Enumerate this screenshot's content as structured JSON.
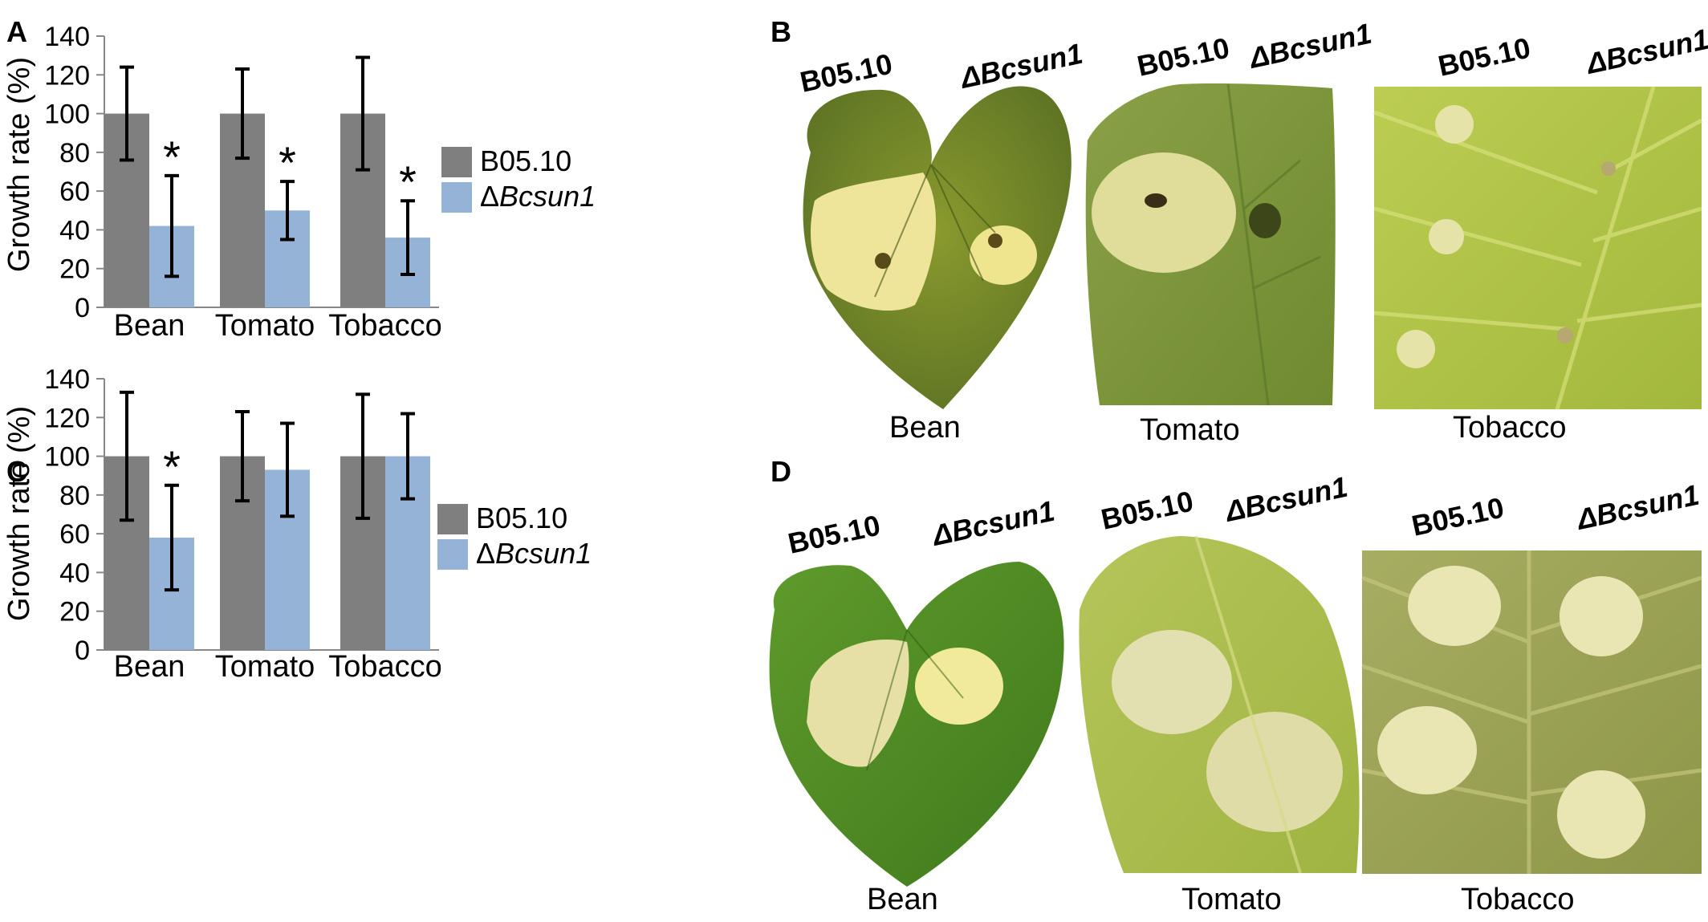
{
  "panels": {
    "A": "A",
    "B": "B",
    "C": "C",
    "D": "D"
  },
  "legend": {
    "wt": "B05.10",
    "mutant_prefix": "Δ",
    "mutant_name": "Bcsun1"
  },
  "colors": {
    "wt": "#7f7f7f",
    "mutant": "#95b3d7"
  },
  "chart_data": [
    {
      "panel": "A",
      "type": "bar",
      "categories": [
        "Bean",
        "Tomato",
        "Tobacco"
      ],
      "series": [
        {
          "name": "B05.10",
          "values": [
            100,
            100,
            100
          ],
          "errors": [
            24,
            23,
            29
          ]
        },
        {
          "name": "ΔBcsun1",
          "values": [
            42,
            50,
            36
          ],
          "errors": [
            26,
            15,
            19
          ]
        }
      ],
      "significance": [
        false,
        false,
        false,
        true,
        true,
        true
      ],
      "ylabel": "Growth rate (%)",
      "ylim": [
        0,
        140
      ],
      "yticks": [
        0,
        20,
        40,
        60,
        80,
        100,
        120,
        140
      ],
      "grid": false,
      "legend_position": "right"
    },
    {
      "panel": "C",
      "type": "bar",
      "categories": [
        "Bean",
        "Tomato",
        "Tobacco"
      ],
      "series": [
        {
          "name": "B05.10",
          "values": [
            100,
            100,
            100
          ],
          "errors": [
            33,
            23,
            32
          ]
        },
        {
          "name": "ΔBcsun1",
          "values": [
            58,
            93,
            100
          ],
          "errors": [
            27,
            24,
            22
          ]
        }
      ],
      "significance": [
        false,
        false,
        false,
        true,
        false,
        false
      ],
      "ylabel": "Growth rate (%)",
      "ylim": [
        0,
        140
      ],
      "yticks": [
        0,
        20,
        40,
        60,
        80,
        100,
        120,
        140
      ],
      "grid": false,
      "legend_position": "right"
    }
  ],
  "star": "*",
  "photos": {
    "B": {
      "leaves": [
        {
          "label_wt": "B05.10",
          "label_mut": "ΔBcsun1",
          "caption": "Bean"
        },
        {
          "label_wt": "B05.10",
          "label_mut": "ΔBcsun1",
          "caption": "Tomato"
        },
        {
          "label_wt": "B05.10",
          "label_mut": "ΔBcsun1",
          "caption": "Tobacco"
        }
      ]
    },
    "D": {
      "leaves": [
        {
          "label_wt": "B05.10",
          "label_mut": "ΔBcsun1",
          "caption": "Bean"
        },
        {
          "label_wt": "B05.10",
          "label_mut": "ΔBcsun1",
          "caption": "Tomato"
        },
        {
          "label_wt": "B05.10",
          "label_mut": "ΔBcsun1",
          "caption": "Tobacco"
        }
      ]
    }
  }
}
